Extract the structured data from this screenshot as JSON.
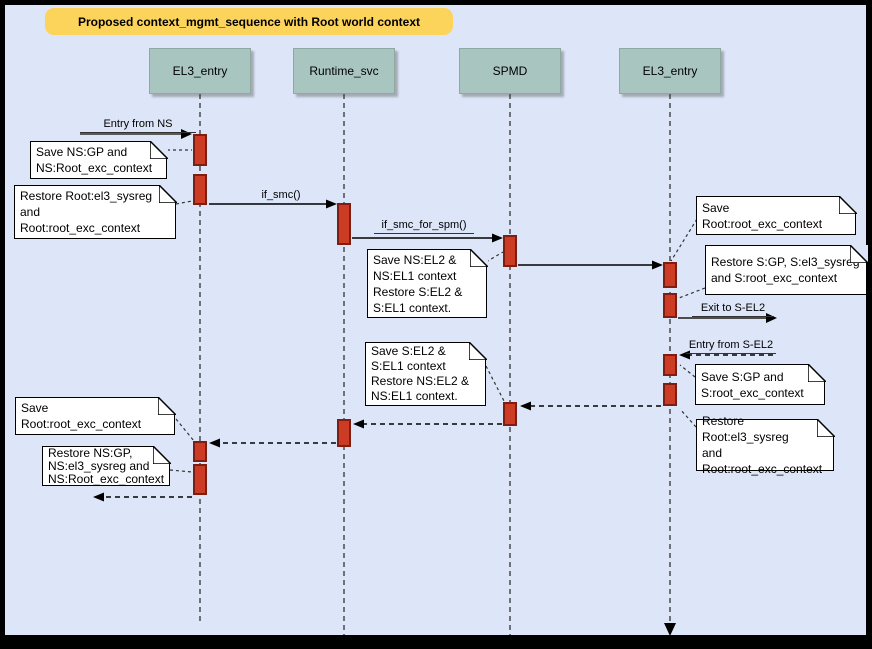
{
  "title": "Proposed context_mgmt_sequence with Root world context",
  "lifelines": [
    {
      "name": "EL3_entry"
    },
    {
      "name": "Runtime_svc"
    },
    {
      "name": "SPMD"
    },
    {
      "name": "EL3_entry"
    }
  ],
  "messages": {
    "entry_from_ns": "Entry from NS",
    "if_smc": "if_smc()",
    "if_smc_for_spm": "if_smc_for_spm()",
    "exit_to_s_el2": "Exit to S-EL2",
    "entry_from_s_el2": "Entry from S-EL2"
  },
  "notes": {
    "save_ns_gp": "Save NS:GP and\nNS:Root_exc_context",
    "restore_root_top": "Restore Root:el3_sysreg\nand\nRoot:root_exc_context",
    "save_ns_el2": "Save NS:EL2 &\nNS:EL1 context\nRestore S:EL2 &\nS:EL1 context.",
    "save_root_exc_right": "Save Root:root_exc_context",
    "restore_s_gp": "Restore S:GP, S:el3_sysreg\nand S:root_exc_context",
    "save_s_gp": "Save S:GP and\nS:root_exc_context",
    "restore_root_right": "Restore Root:el3_sysreg\nand\nRoot:root_exc_context",
    "save_s_el2": "Save S:EL2 &\nS:EL1 context\nRestore NS:EL2 &\nNS:EL1 context.",
    "save_root_exc_left": "Save Root:root_exc_context",
    "restore_ns_gp": "Restore NS:GP,\nNS:el3_sysreg and\nNS:Root_exc_context"
  },
  "colors": {
    "frame": "#000000",
    "page_background": "#dde6f8",
    "title_background": "#fcd45c",
    "lifeline_header": "#a9c5bf",
    "activation_fill": "#cc3b24",
    "activation_border": "#7e1e12",
    "note_background": "#ffffff",
    "line": "#000000"
  }
}
